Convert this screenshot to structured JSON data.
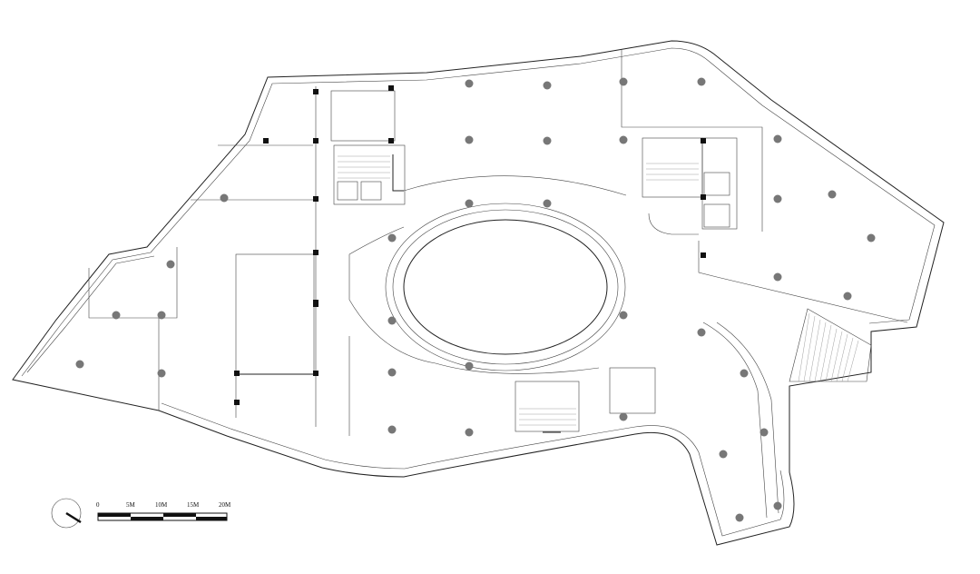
{
  "plan": {
    "description_type": "floor-plan",
    "colors": {
      "lines": "#222222",
      "columns": "#777777",
      "solid": "#111111",
      "background": "#ffffff"
    }
  },
  "scale_bar": {
    "labels": [
      "0",
      "5M",
      "10M",
      "15M",
      "20M"
    ]
  },
  "north_arrow": {
    "icon": "north-arrow-icon"
  }
}
